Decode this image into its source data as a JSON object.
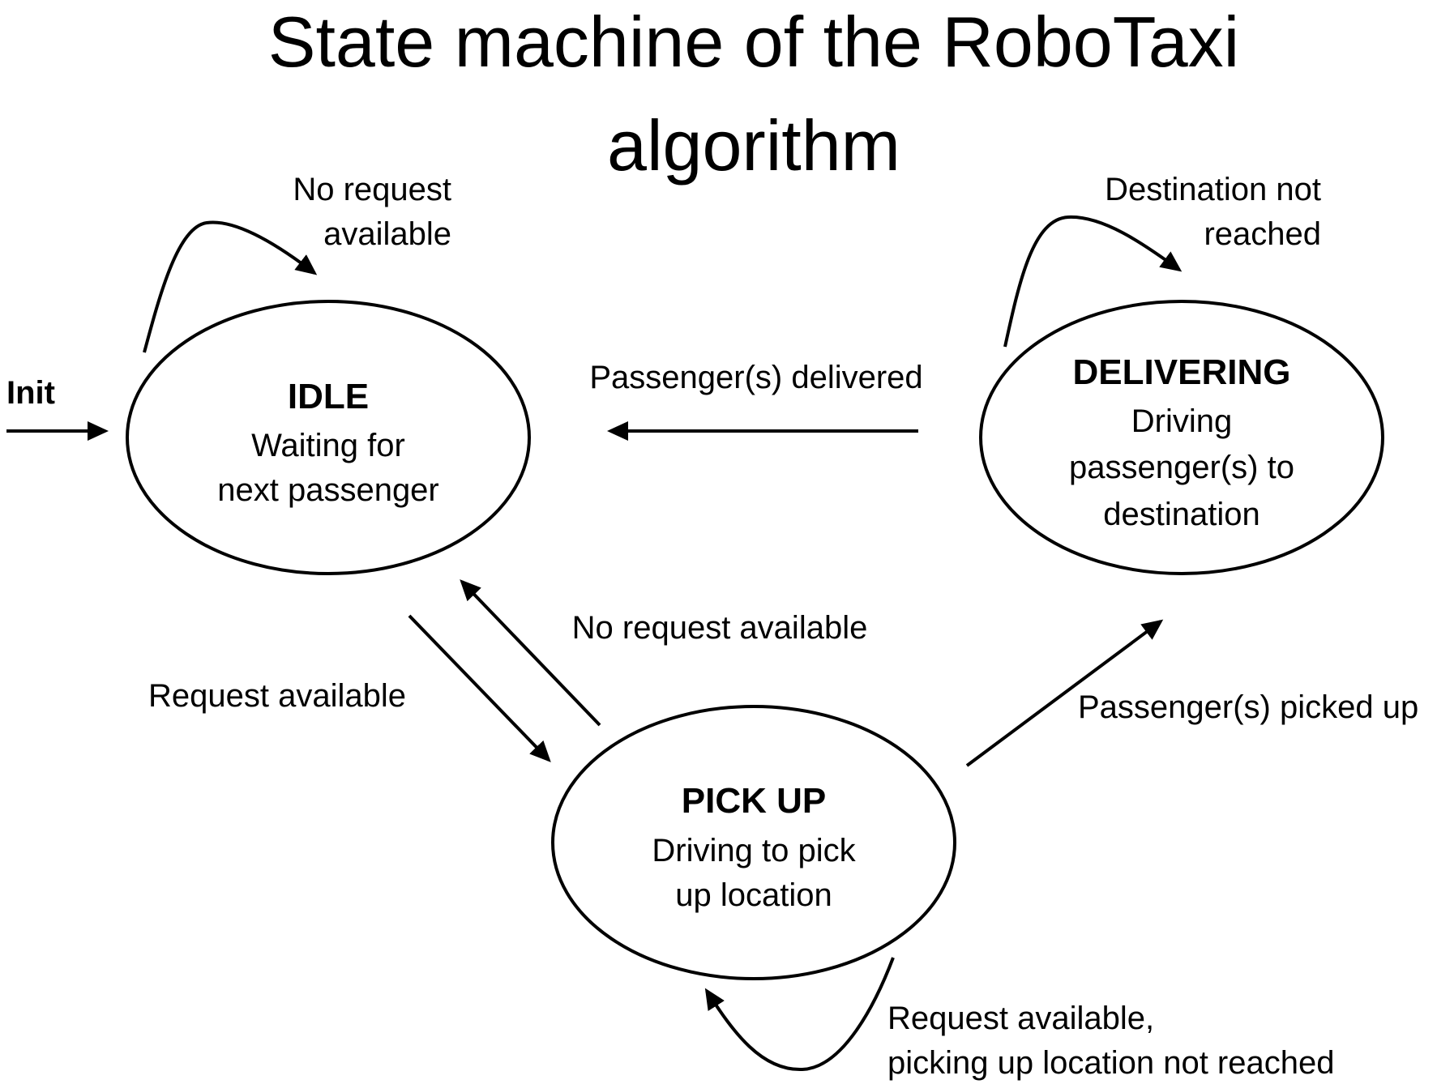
{
  "title": {
    "line1": "State machine of the RoboTaxi",
    "line2": "algorithm"
  },
  "init_label": "Init",
  "states": {
    "idle": {
      "name": "IDLE",
      "desc_line1": "Waiting for",
      "desc_line2": "next passenger"
    },
    "delivering": {
      "name": "DELIVERING",
      "desc_line1": "Driving",
      "desc_line2": "passenger(s) to",
      "desc_line3": "destination"
    },
    "pickup": {
      "name": "PICK UP",
      "desc_line1": "Driving to pick",
      "desc_line2": "up location"
    }
  },
  "transitions": {
    "idle_self_line1": "No request",
    "idle_self_line2": "available",
    "delivering_self_line1": "Destination not",
    "delivering_self_line2": "reached",
    "delivering_to_idle": "Passenger(s) delivered",
    "pickup_to_idle": "No request available",
    "idle_to_pickup": "Request available",
    "pickup_to_delivering": "Passenger(s) picked up",
    "pickup_self_line1": "Request available,",
    "pickup_self_line2": "picking up location not reached"
  }
}
